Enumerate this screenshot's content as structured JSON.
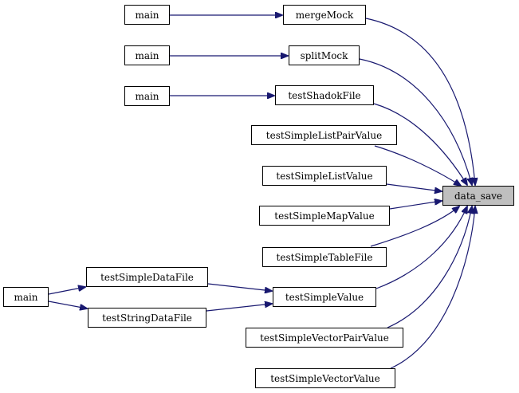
{
  "graph": {
    "focus": "data_save",
    "edge_color": "#191970",
    "focus_fill": "#bfbfbf",
    "nodes": {
      "main1": "main",
      "mergeMock": "mergeMock",
      "main2": "main",
      "splitMock": "splitMock",
      "main3": "main",
      "testShadokFile": "testShadokFile",
      "testSimpleListPairValue": "testSimpleListPairValue",
      "testSimpleListValue": "testSimpleListValue",
      "data_save": "data_save",
      "testSimpleMapValue": "testSimpleMapValue",
      "testSimpleTableFile": "testSimpleTableFile",
      "testSimpleDataFile": "testSimpleDataFile",
      "main4": "main",
      "testSimpleValue": "testSimpleValue",
      "testStringDataFile": "testStringDataFile",
      "testSimpleVectorPairValue": "testSimpleVectorPairValue",
      "testSimpleVectorValue": "testSimpleVectorValue"
    },
    "edges": [
      [
        "main1",
        "mergeMock"
      ],
      [
        "main2",
        "splitMock"
      ],
      [
        "main3",
        "testShadokFile"
      ],
      [
        "mergeMock",
        "data_save"
      ],
      [
        "splitMock",
        "data_save"
      ],
      [
        "testShadokFile",
        "data_save"
      ],
      [
        "testSimpleListPairValue",
        "data_save"
      ],
      [
        "testSimpleListValue",
        "data_save"
      ],
      [
        "testSimpleMapValue",
        "data_save"
      ],
      [
        "testSimpleTableFile",
        "data_save"
      ],
      [
        "testSimpleValue",
        "data_save"
      ],
      [
        "testSimpleVectorPairValue",
        "data_save"
      ],
      [
        "testSimpleVectorValue",
        "data_save"
      ],
      [
        "main4",
        "testSimpleDataFile"
      ],
      [
        "main4",
        "testStringDataFile"
      ],
      [
        "testSimpleDataFile",
        "testSimpleValue"
      ],
      [
        "testStringDataFile",
        "testSimpleValue"
      ]
    ]
  }
}
